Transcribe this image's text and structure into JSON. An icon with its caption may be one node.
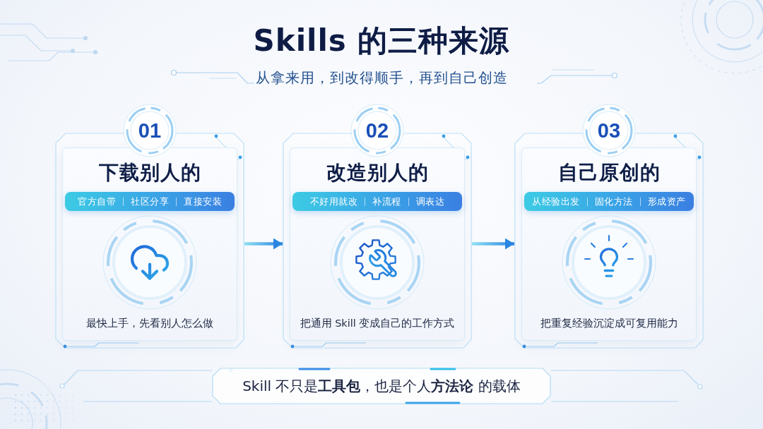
{
  "diagram": {
    "title": "Skills 的三种来源",
    "nodes": [
      {
        "text": [
          "01"
        ]
      },
      {
        "text": [
          "下载别人的",
          "最快上手，先看别人怎么做"
        ]
      },
      {
        "text": [
          "官方自带",
          "社区分享",
          "直接安装"
        ],
        "in": 1
      },
      {
        "text": [
          "02"
        ]
      },
      {
        "text": [
          "改造别人的",
          "把通用 Skill 变成自己的工作方式"
        ]
      },
      {
        "text": [
          "不好用就改",
          "补流程",
          "调表达"
        ],
        "in": 4
      },
      {
        "text": [
          "03"
        ]
      },
      {
        "text": [
          "自己原创的",
          "把重复经验沉淀成可复用能力"
        ]
      },
      {
        "text": [
          "从经验出发",
          "固化方法",
          "形成资产"
        ],
        "in": 7
      },
      {
        "text": [
          "Skill 不只是**工具包**，也是个人**方法论** 的载体"
        ]
      }
    ],
    "edges": [
      {
        "from": 1,
        "to": 4,
        "arrow": "to"
      },
      {
        "from": 4,
        "to": 7,
        "arrow": "to"
      }
    ],
    "labels": [
      "从拿来用，到改得顺手，再到自己创造"
    ]
  }
}
